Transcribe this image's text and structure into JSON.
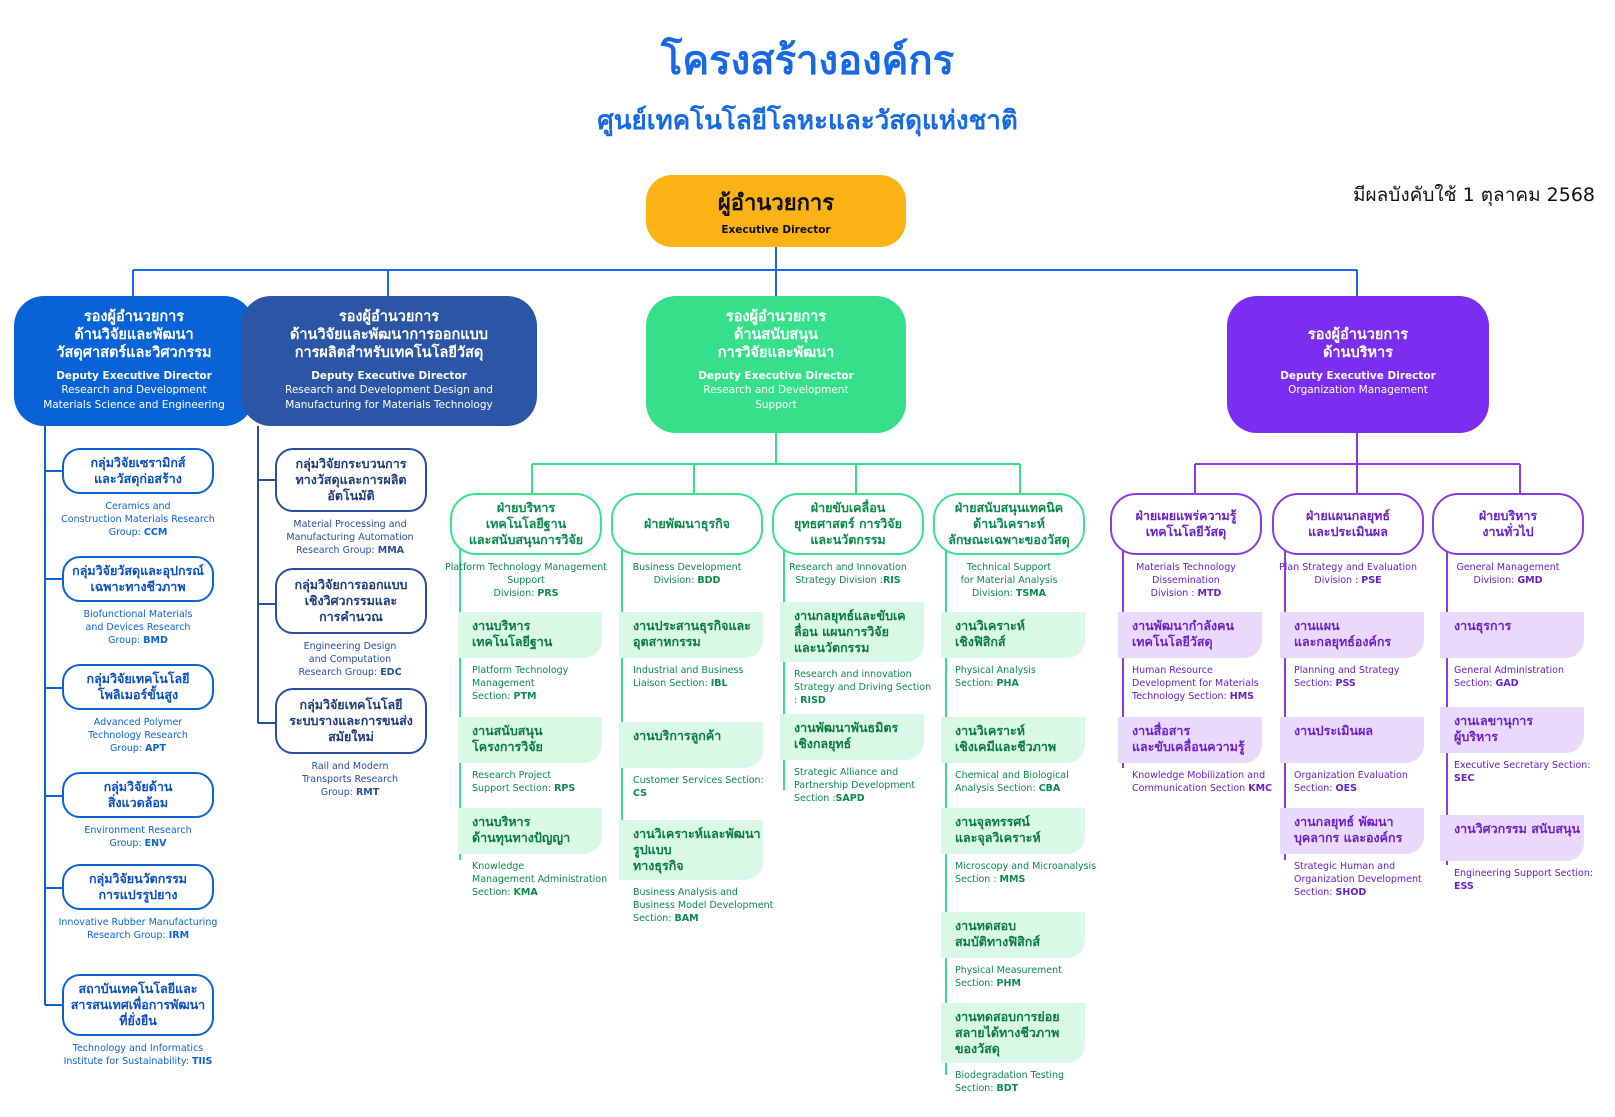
{
  "header": {
    "title": "โครงสร้างองค์กร",
    "subtitle": "ศูนย์เทคโนโลยีโลหะและวัสดุแห่งชาติ",
    "effective_date": "มีผลบังคับใช้ 1 ตุลาคม 2568"
  },
  "colors": {
    "blue": "#0a63d6",
    "navy": "#2b55a5",
    "green": "#36e08a",
    "purple": "#7a2ef0",
    "orange": "#fbb215"
  },
  "director": {
    "th": "ผู้อำนวยการ",
    "en": "Executive Director"
  },
  "deputies": [
    {
      "th": "รองผู้อำนวยการ\nด้านวิจัยและพัฒนา\nวัสดุศาสตร์และวิศวกรรม",
      "en_title": "Deputy Executive Director",
      "en_desc": "Research and Development\nMaterials Science and Engineering"
    },
    {
      "th": "รองผู้อำนวยการ\nด้านวิจัยและพัฒนาการออกแบบ\nการผลิตสำหรับเทคโนโลยีวัสดุ",
      "en_title": "Deputy Executive Director",
      "en_desc": "Research and Development Design and\nManufacturing for Materials Technology"
    },
    {
      "th": "รองผู้อำนวยการ\nด้านสนับสนุน\nการวิจัยและพัฒนา",
      "en_title": "Deputy Executive Director",
      "en_desc": "Research and Development\nSupport"
    },
    {
      "th": "รองผู้อำนวยการ\nด้านบริหาร",
      "en_title": "Deputy Executive Director",
      "en_desc": "Organization Management"
    }
  ],
  "groups_a": [
    {
      "th": "กลุ่มวิจัยเซรามิกส์\nและวัสดุก่อสร้าง",
      "en": "Ceramics and\nConstruction Materials Research\nGroup: ",
      "code": "CCM"
    },
    {
      "th": "กลุ่มวิจัยวัสดุและอุปกรณ์\nเฉพาะทางชีวภาพ",
      "en": "Biofunctional Materials\nand Devices Research\nGroup: ",
      "code": "BMD"
    },
    {
      "th": "กลุ่มวิจัยเทคโนโลยี\nโพลิเมอร์ขั้นสูง",
      "en": "Advanced Polymer\nTechnology Research\nGroup: ",
      "code": "APT"
    },
    {
      "th": "กลุ่มวิจัยด้าน\nสิ่งแวดล้อม",
      "en": "Environment Research\nGroup: ",
      "code": "ENV"
    },
    {
      "th": "กลุ่มวิจัยนวัตกรรม\nการแปรรูปยาง",
      "en": "Innovative Rubber Manufacturing\nResearch Group: ",
      "code": "IRM"
    },
    {
      "th": "สถาบันเทคโนโลยีและ\nสารสนเทศเพื่อการพัฒนา\nที่ยั่งยืน",
      "en": "Technology and Informatics\nInstitute for Sustainability: ",
      "code": "TIIS"
    }
  ],
  "groups_b": [
    {
      "th": "กลุ่มวิจัยกระบวนการ\nทางวัสดุและการผลิตอัตโนมัติ",
      "en": "Material Processing and\nManufacturing Automation\nResearch Group: ",
      "code": "MMA"
    },
    {
      "th": "กลุ่มวิจัยการออกแบบ\nเชิงวิศวกรรมและ\nการคำนวณ",
      "en": "Engineering Design\nand Computation\nResearch Group: ",
      "code": "EDC"
    },
    {
      "th": "กลุ่มวิจัยเทคโนโลยี\nระบบรางและการขนส่ง\nสมัยใหม่",
      "en": "Rail and Modern\nTransports Research\nGroup: ",
      "code": "RMT"
    }
  ],
  "divisions_c": [
    {
      "th": "ฝ่ายบริหาร\nเทคโนโลยีฐาน\nและสนับสนุนการวิจัย",
      "en": "Platform Technology Management\nSupport\nDivision: ",
      "code": "PRS",
      "sections": [
        {
          "th": "งานบริหาร\nเทคโนโลยีฐาน",
          "en": "Platform Technology\nManagement\nSection: ",
          "code": "PTM"
        },
        {
          "th": "งานสนับสนุน\nโครงการวิจัย",
          "en": "Research Project\nSupport Section: ",
          "code": "RPS"
        },
        {
          "th": "งานบริหาร\nด้านทุนทางปัญญา",
          "en": "Knowledge\nManagement Administration\nSection: ",
          "code": "KMA"
        }
      ]
    },
    {
      "th": "ฝ่ายพัฒนาธุรกิจ",
      "en": "Business Development\nDivision: ",
      "code": "BDD",
      "sections": [
        {
          "th": "งานประสานธุรกิจและ\nอุตสาหกรรม",
          "en": "Industrial and Business\nLiaison Section: ",
          "code": "IBL"
        },
        {
          "th": "งานบริการลูกค้า",
          "en": "Customer Services Section:\n",
          "code": "CS"
        },
        {
          "th": "งานวิเคราะห์และพัฒนา\nรูปแบบ\nทางธุรกิจ",
          "en": "Business Analysis and\nBusiness Model Development\nSection: ",
          "code": "BAM"
        }
      ]
    },
    {
      "th": "ฝ่ายขับเคลื่อน\nยุทธศาสตร์ การวิจัย\nและนวัตกรรม",
      "en": "Research and Innovation\nStrategy Division :",
      "code": "RIS",
      "sections": [
        {
          "th": "งานกลยุทธ์และขับเค\nลื่อน แผนการวิจัย\nและนวัตกรรม",
          "en": "Research and innovation\nStrategy and Driving Section\n: ",
          "code": "RISD"
        },
        {
          "th": "งานพัฒนาพันธมิตร\nเชิงกลยุทธ์",
          "en": "Strategic Alliance and\nPartnership Development\nSection :",
          "code": "SAPD"
        }
      ]
    },
    {
      "th": "ฝ่ายสนับสนุนเทคนิค\nด้านวิเคราะห์\nลักษณะเฉพาะของวัสดุ",
      "en": "Technical Support\nfor Material Analysis\nDivision: ",
      "code": "TSMA",
      "sections": [
        {
          "th": "งานวิเคราะห์\nเชิงฟิสิกส์",
          "en": "Physical Analysis\nSection: ",
          "code": "PHA"
        },
        {
          "th": "งานวิเคราะห์\nเชิงเคมีและชีวภาพ",
          "en": "Chemical and Biological\nAnalysis Section: ",
          "code": "CBA"
        },
        {
          "th": "งานจุลทรรศน์\nและจุลวิเคราะห์",
          "en": "Microscopy and Microanalysis\nSection : ",
          "code": "MMS"
        },
        {
          "th": "งานทดสอบ\nสมบัติทางฟิสิกส์",
          "en": "Physical Measurement\nSection: ",
          "code": "PHM"
        },
        {
          "th": "งานทดสอบการย่อย\nสลายได้ทางชีวภาพ\nของวัสดุ",
          "en": "Biodegradation Testing\nSection: ",
          "code": "BDT"
        }
      ]
    }
  ],
  "divisions_d": [
    {
      "th": "ฝ่ายเผยแพร่ความรู้\nเทคโนโลยีวัสดุ",
      "en": "Materials Technology\nDissemination\nDivision : ",
      "code": "MTD",
      "sections": [
        {
          "th": "งานพัฒนากำลังคน\nเทคโนโลยีวัสดุ",
          "en": "Human Resource\nDevelopment for Materials\nTechnology Section: ",
          "code": "HMS"
        },
        {
          "th": "งานสื่อสาร\nและขับเคลื่อนความรู้",
          "en": "Knowledge Mobilization and\nCommunication Section ",
          "code": "KMC"
        }
      ]
    },
    {
      "th": "ฝ่ายแผนกลยุทธ์\nและประเมินผล",
      "en": "Plan Strategy and Evaluation\nDivision : ",
      "code": "PSE",
      "sections": [
        {
          "th": "งานแผน\nและกลยุทธ์องค์กร",
          "en": "Planning and Strategy\nSection: ",
          "code": "PSS"
        },
        {
          "th": "งานประเมินผล",
          "en": "Organization Evaluation\nSection: ",
          "code": "OES"
        },
        {
          "th": "งานกลยุทธ์ พัฒนา\nบุคลากร และองค์กร",
          "en": "Strategic Human  and\nOrganization Development\nSection:  ",
          "code": "SHOD"
        }
      ]
    },
    {
      "th": "ฝ่ายบริหาร\nงานทั่วไป",
      "en": "General Management\nDivision: ",
      "code": "GMD",
      "sections": [
        {
          "th": "งานธุรการ",
          "en": "General Administration\nSection: ",
          "code": "GAD"
        },
        {
          "th": "งานเลขานุการ\nผู้บริหาร",
          "en": "Executive Secretary Section:\n",
          "code": "SEC"
        },
        {
          "th": "งานวิศวกรรม สนับสนุน",
          "en": "Engineering Support Section:\n",
          "code": "ESS"
        }
      ]
    }
  ]
}
